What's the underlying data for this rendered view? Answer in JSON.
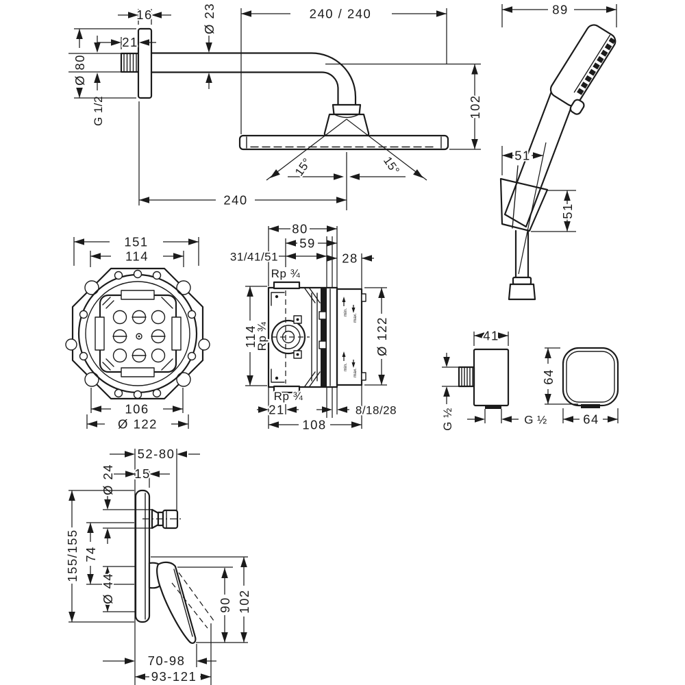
{
  "labels": {
    "overhead": {
      "flange_depth": "16",
      "thread_length": "21",
      "flange_diameter": "Ø 80",
      "thread_size": "G 1/2",
      "arm_diameter": "Ø 23",
      "head_width": "240 / 240",
      "head_height": "102",
      "tilt_left": "15°",
      "tilt_right": "15°",
      "arm_length": "240"
    },
    "handshower": {
      "set_width": "89",
      "holder_width": "51",
      "holder_height": "51"
    },
    "basic_set": {
      "flange_width": "151",
      "bolt_spacing": "114",
      "inner_width": "106",
      "flange_diameter": "Ø 122"
    },
    "ibox": {
      "body_depth": "80",
      "axis_to_front": "59",
      "axis_to_wall": "31/41/51",
      "cover_projection": "28",
      "thread_top": "Rp ¾",
      "body_height": "114",
      "thread_side": "Rp ¾",
      "cover_diameter": "Ø 122",
      "thread_bottom": "Rp ¾",
      "back_to_axis": "21",
      "tile_depth": "8/18/28",
      "total_depth": "108",
      "min": "min.",
      "max": "max."
    },
    "outlet": {
      "width": "41",
      "thread_wall": "G ½",
      "thread_bottom": "G ½"
    },
    "escutcheon": {
      "height": "64",
      "width": "64"
    },
    "mixer": {
      "projection": "52-80",
      "plate_depth": "15",
      "spout_diameter": "Ø 24",
      "plate_height": "155/155",
      "axis_spacing": "74",
      "sleeve_diameter": "Ø 44",
      "lever_drop": "90",
      "total_height": "102",
      "lever_reach": "70-98",
      "lever_reach_max": "93-121"
    }
  }
}
